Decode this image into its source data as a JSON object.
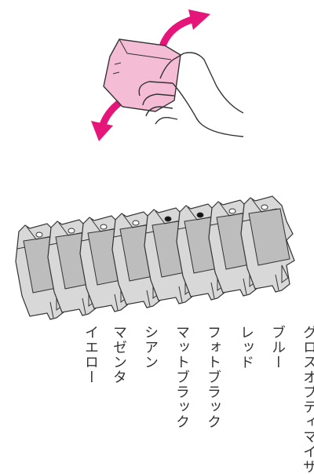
{
  "figure": {
    "arrow_color": "#e6157a",
    "package_color": "#f5bcd6",
    "icons": [
      "hand-shaking-package-icon",
      "curved-arrow-up-icon",
      "curved-arrow-down-icon",
      "ink-cartridge-icon"
    ]
  },
  "cartridges": [
    {
      "label": "イエロー",
      "chip": "light"
    },
    {
      "label": "マゼンタ",
      "chip": "light"
    },
    {
      "label": "シアン",
      "chip": "light"
    },
    {
      "label": "マットブラック",
      "chip": "light"
    },
    {
      "label": "フォトブラック",
      "chip": "dark"
    },
    {
      "label": "レッド",
      "chip": "dark"
    },
    {
      "label": "ブルー",
      "chip": "light"
    },
    {
      "label": "グロスオプティマイザ",
      "chip": "light"
    }
  ]
}
